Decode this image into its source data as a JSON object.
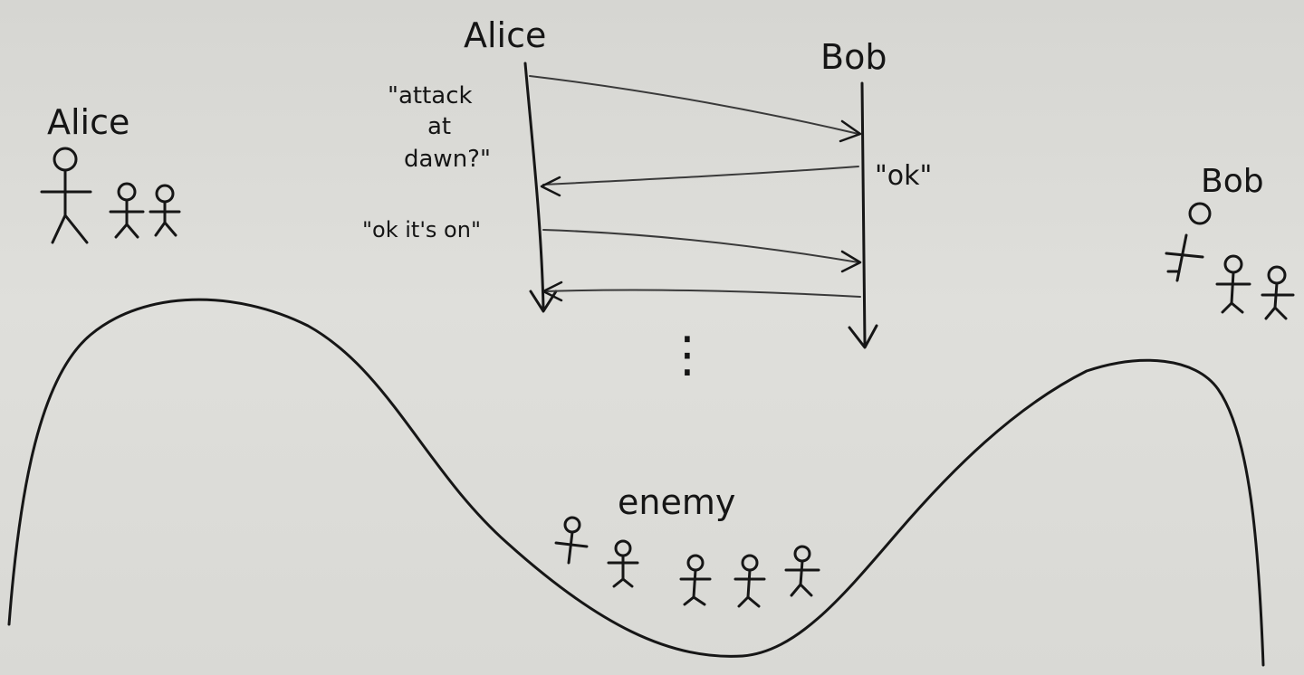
{
  "actors": {
    "alice_group": "Alice",
    "bob_group": "Bob",
    "enemy": "enemy"
  },
  "sequence": {
    "alice": "Alice",
    "bob": "Bob",
    "msg1_line1": "\"attack",
    "msg1_line2": "at",
    "msg1_line3": "dawn?\"",
    "msg2": "\"ok\"",
    "msg3": "\"ok it's on\"",
    "continuation": "⋮"
  },
  "ink_color": "#161616",
  "paper_color": "#dcdcd8"
}
